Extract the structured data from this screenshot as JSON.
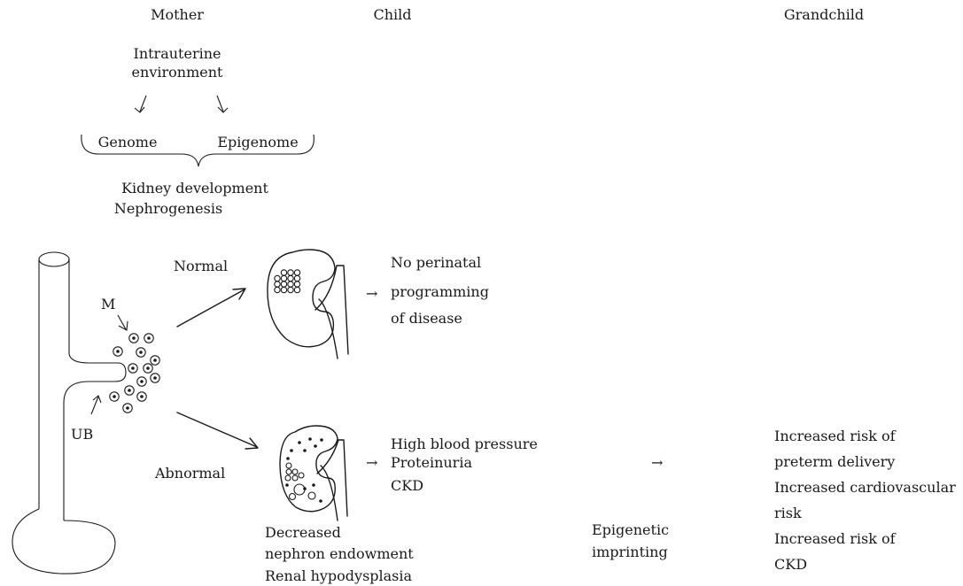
{
  "columns": {
    "mother": "Mother",
    "child": "Child",
    "grandchild": "Grandchild"
  },
  "influences": {
    "intrauterine_line1": "Intrauterine",
    "intrauterine_line2": "environment",
    "genome": "Genome",
    "epigenome": "Epigenome",
    "kidney_development": "Kidney development",
    "nephrogenesis": "Nephrogenesis"
  },
  "anatomy": {
    "m_label": "M",
    "ub_label": "UB"
  },
  "branches": {
    "normal": "Normal",
    "abnormal": "Abnormal"
  },
  "normal_outcome": {
    "line1": "No perinatal",
    "line2": "programming",
    "line3": "of disease"
  },
  "abnormal_outcome": {
    "line1": "High blood pressure",
    "line2": "Proteinuria",
    "line3": "CKD"
  },
  "abnormal_kidney_caption": {
    "line1": "Decreased",
    "line2": "nephron endowment",
    "line3": "Renal hypodysplasia"
  },
  "epigenetic": {
    "line1": "Epigenetic",
    "line2": "imprinting"
  },
  "grandchild_risks": {
    "line1": "Increased risk of",
    "line2": "preterm delivery",
    "line3": "Increased cardiovascular",
    "line4": "risk",
    "line5": "Increased risk of",
    "line6": "CKD"
  },
  "arrow_glyph": "→"
}
